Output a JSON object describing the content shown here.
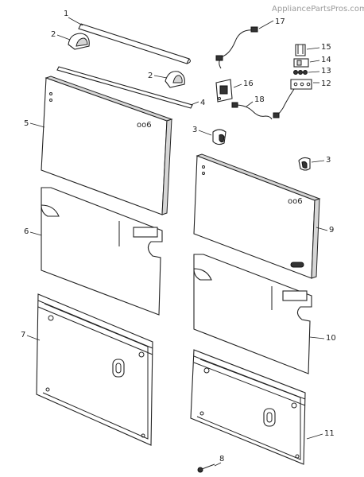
{
  "watermark": "AppliancePartsPros.com",
  "callouts": {
    "c1": "1",
    "c2a": "2",
    "c2b": "2",
    "c3a": "3",
    "c3b": "3",
    "c4": "4",
    "c5": "5",
    "c6": "6",
    "c7": "7",
    "c8": "8",
    "c9": "9",
    "c10": "10",
    "c11": "11",
    "c12": "12",
    "c13": "13",
    "c14": "14",
    "c15": "15",
    "c16": "16",
    "c17": "17",
    "c18": "18"
  },
  "panel_marks": {
    "left_panel_mark": "oo6",
    "right_panel_mark": "oo6"
  }
}
